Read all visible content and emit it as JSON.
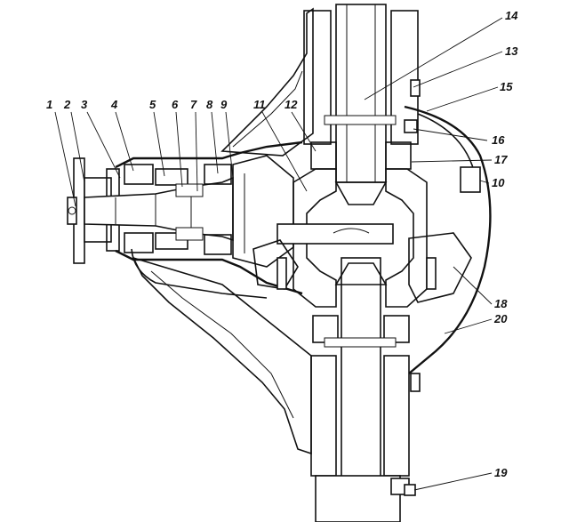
{
  "diagram": {
    "callouts": [
      "1",
      "2",
      "3",
      "4",
      "5",
      "6",
      "7",
      "8",
      "9",
      "11",
      "12",
      "14",
      "13",
      "15",
      "16",
      "17",
      "10",
      "18",
      "20",
      "19"
    ]
  }
}
